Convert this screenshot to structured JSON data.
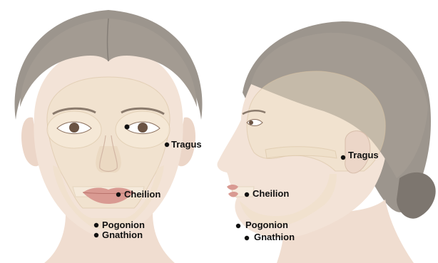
{
  "colors": {
    "background": "#ffffff",
    "hair": "#9c958d",
    "hair_dark": "#7d766f",
    "skin": "#f2e2d6",
    "skin_shadow": "#e8d2c2",
    "bone": "#efe0c6",
    "bone_edge": "#d8c3a3",
    "lips": "#d99a92",
    "iris": "#6b5444",
    "landmark_dot": "#111111",
    "label_text": "#111111"
  },
  "panels": {
    "front": {
      "view": "frontal",
      "landmarks": [
        {
          "label": "Tragus"
        },
        {
          "label": "Cheilion"
        },
        {
          "label": "Pogonion"
        },
        {
          "label": "Gnathion"
        }
      ],
      "extra_marker": "pupil-dot"
    },
    "side": {
      "view": "lateral",
      "landmarks": [
        {
          "label": "Tragus"
        },
        {
          "label": "Cheilion"
        },
        {
          "label": "Pogonion"
        },
        {
          "label": "Gnathion"
        }
      ]
    }
  }
}
